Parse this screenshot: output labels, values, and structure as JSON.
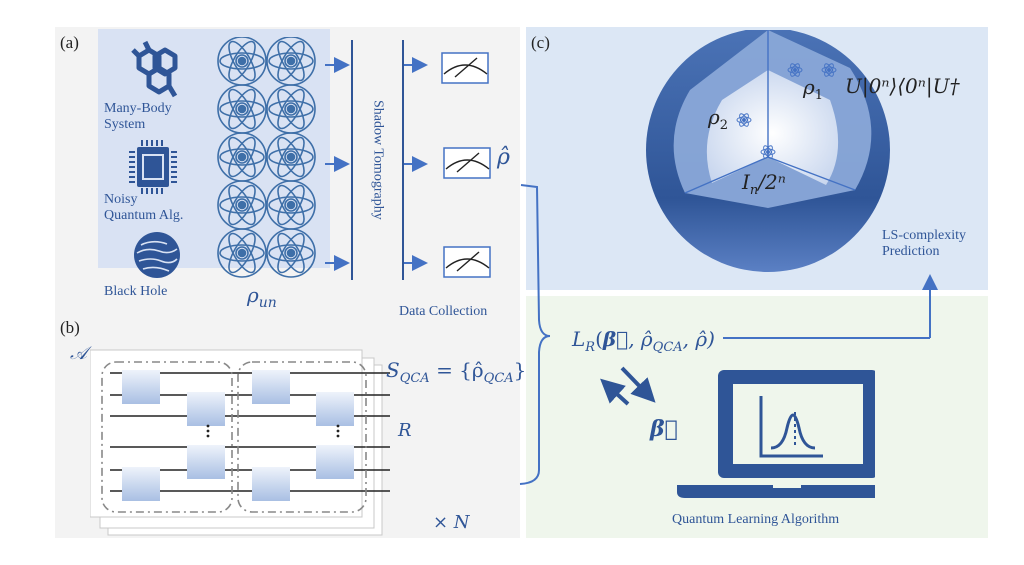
{
  "panels": {
    "a": {
      "label": "(a)"
    },
    "b": {
      "label": "(b)"
    },
    "c": {
      "label": "(c)"
    }
  },
  "sources": [
    {
      "icon": "molecule-icon",
      "label_line1": "Many-Body",
      "label_line2": "System"
    },
    {
      "icon": "chip-icon",
      "label_line1": "Noisy",
      "label_line2": "Quantum Alg."
    },
    {
      "icon": "black-hole-icon",
      "label_line1": "Black Hole",
      "label_line2": ""
    }
  ],
  "state_label": "ρ_un",
  "state_label_main": "ρ",
  "state_label_sub": "un",
  "tomography_label": "Shadow Tomography",
  "rho_hat": "ρ̂",
  "data_collection_label": "Data Collection",
  "circuit": {
    "ensemble_label": "𝒜",
    "repeat_label": "R",
    "copies_label": "× N",
    "dataset_label": "S",
    "dataset_sub": "QCA",
    "dataset_rhs": "= {ρ̂",
    "dataset_rhs_sub": "QCA",
    "dataset_close": "}"
  },
  "bloch": {
    "rho1": "ρ",
    "rho1_sub": "1",
    "rho2": "ρ",
    "rho2_sub": "2",
    "pure_state": "U|0ⁿ⟩⟨0ⁿ|U†",
    "mixed_state": "I",
    "mixed_state_sub": "n",
    "mixed_state_rest": "/2ⁿ"
  },
  "prediction_line1": "LS-complexity",
  "prediction_line2": "Prediction",
  "loss": {
    "L": "L",
    "L_sub": "R",
    "args_open": "(",
    "beta": "β⃗",
    "args_mid": ", ρ̂",
    "qca_sub": "QCA",
    "args_end": ", ρ̂)"
  },
  "beta_label": "β⃗",
  "algorithm_label": "Quantum Learning Algorithm",
  "colors": {
    "accent": "#2f5597",
    "arrow": "#4472c4",
    "panel_gray": "#f3f3f3",
    "panel_a": "#d9e2f3",
    "panel_c": "#dce7f5",
    "panel_ml": "#eff6ec"
  }
}
